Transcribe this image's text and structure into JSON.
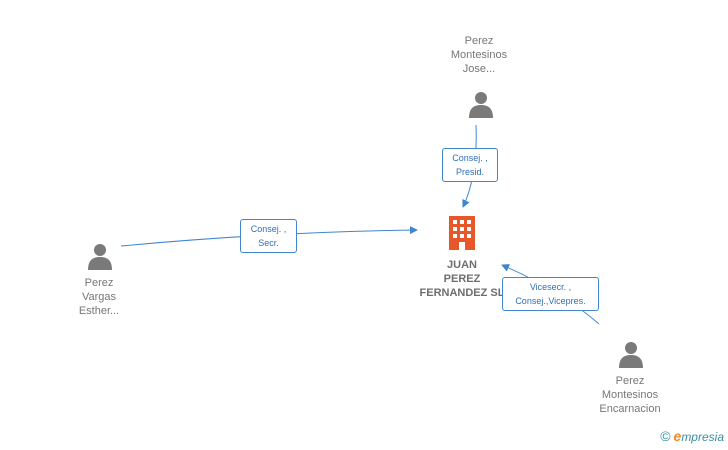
{
  "company": {
    "name_lines": [
      "JUAN",
      "PEREZ",
      "FERNANDEZ SL"
    ],
    "icon": "building-icon",
    "color": "#e8572a"
  },
  "people": [
    {
      "id": "top",
      "name_lines": [
        "Perez",
        "Montesinos",
        "Jose..."
      ],
      "icon": "person-icon"
    },
    {
      "id": "left",
      "name_lines": [
        "Perez",
        "Vargas",
        "Esther..."
      ],
      "icon": "person-icon"
    },
    {
      "id": "bottom-right",
      "name_lines": [
        "Perez",
        "Montesinos",
        "Encarnacion"
      ],
      "icon": "person-icon"
    }
  ],
  "relations": [
    {
      "from": "top",
      "lines": [
        "Consej. ,",
        "Presid."
      ]
    },
    {
      "from": "left",
      "lines": [
        "Consej. ,",
        "Secr."
      ]
    },
    {
      "from": "bottom-right",
      "lines": [
        "Vicesecr. ,",
        "Consej.,Vicepres."
      ]
    }
  ],
  "colors": {
    "edge": "#3f86cf",
    "person": "#7a7a7a",
    "label": "#777777"
  },
  "watermark": {
    "symbol": "©",
    "brand_first": "e",
    "brand_rest": "mpresia"
  }
}
